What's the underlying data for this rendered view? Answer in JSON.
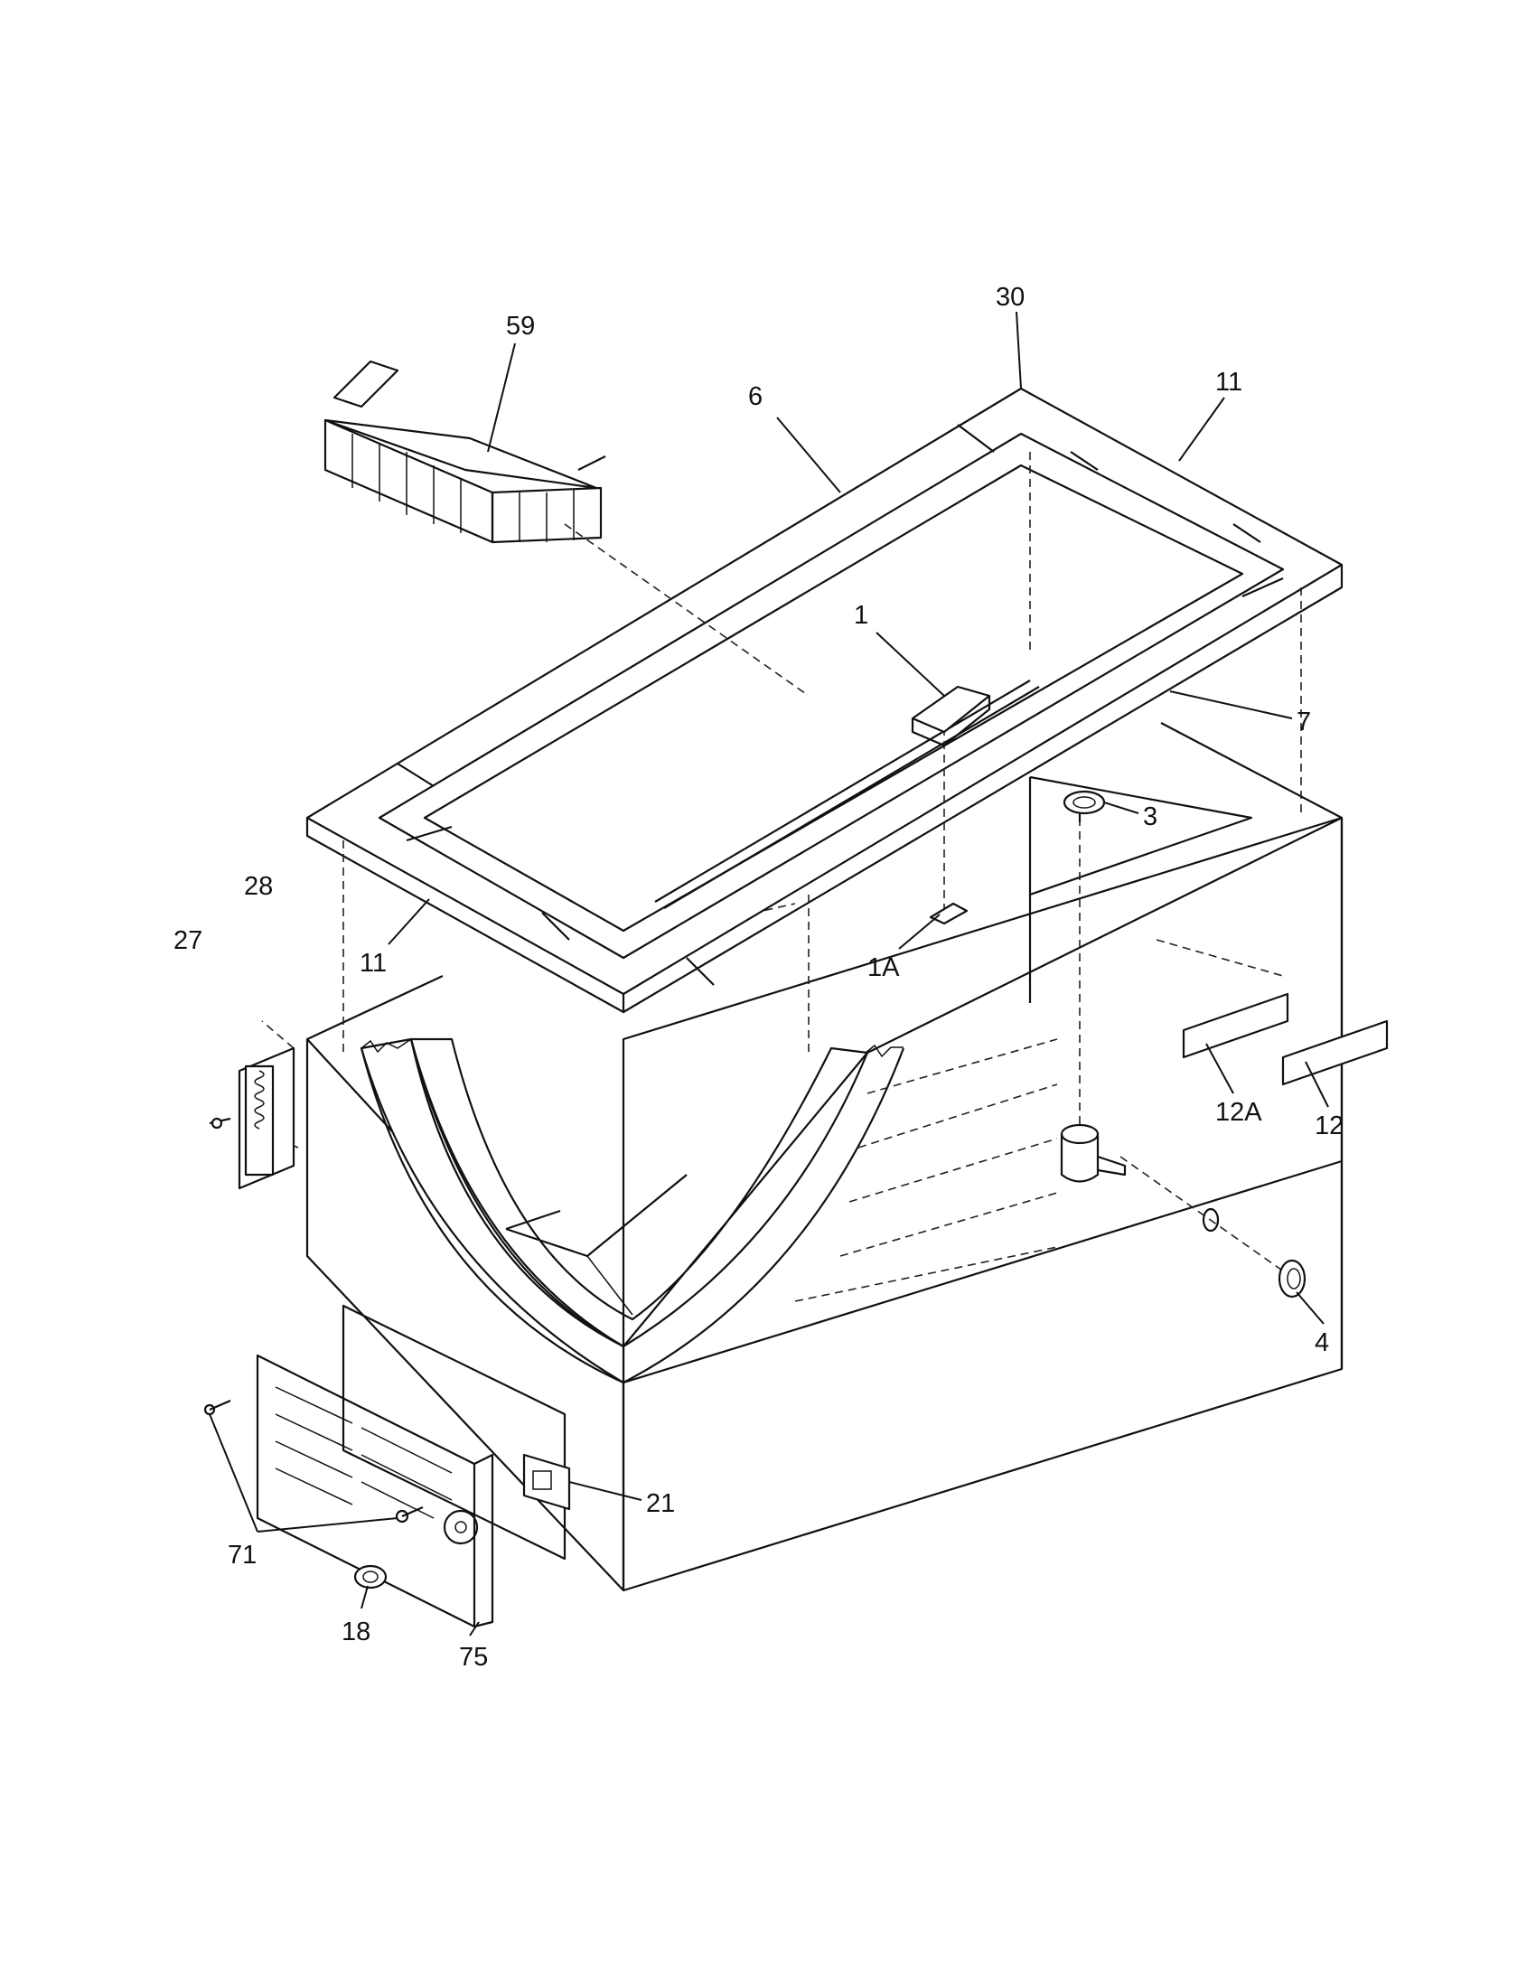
{
  "callouts": {
    "c59": "59",
    "c30": "30",
    "c11_top": "11",
    "c6": "6",
    "c1": "1",
    "c7": "7",
    "c3": "3",
    "c28": "28",
    "c27": "27",
    "c11_left": "11",
    "c1A": "1A",
    "c12A": "12A",
    "c12": "12",
    "c4": "4",
    "c21": "21",
    "c71": "71",
    "c18": "18",
    "c75": "75"
  }
}
